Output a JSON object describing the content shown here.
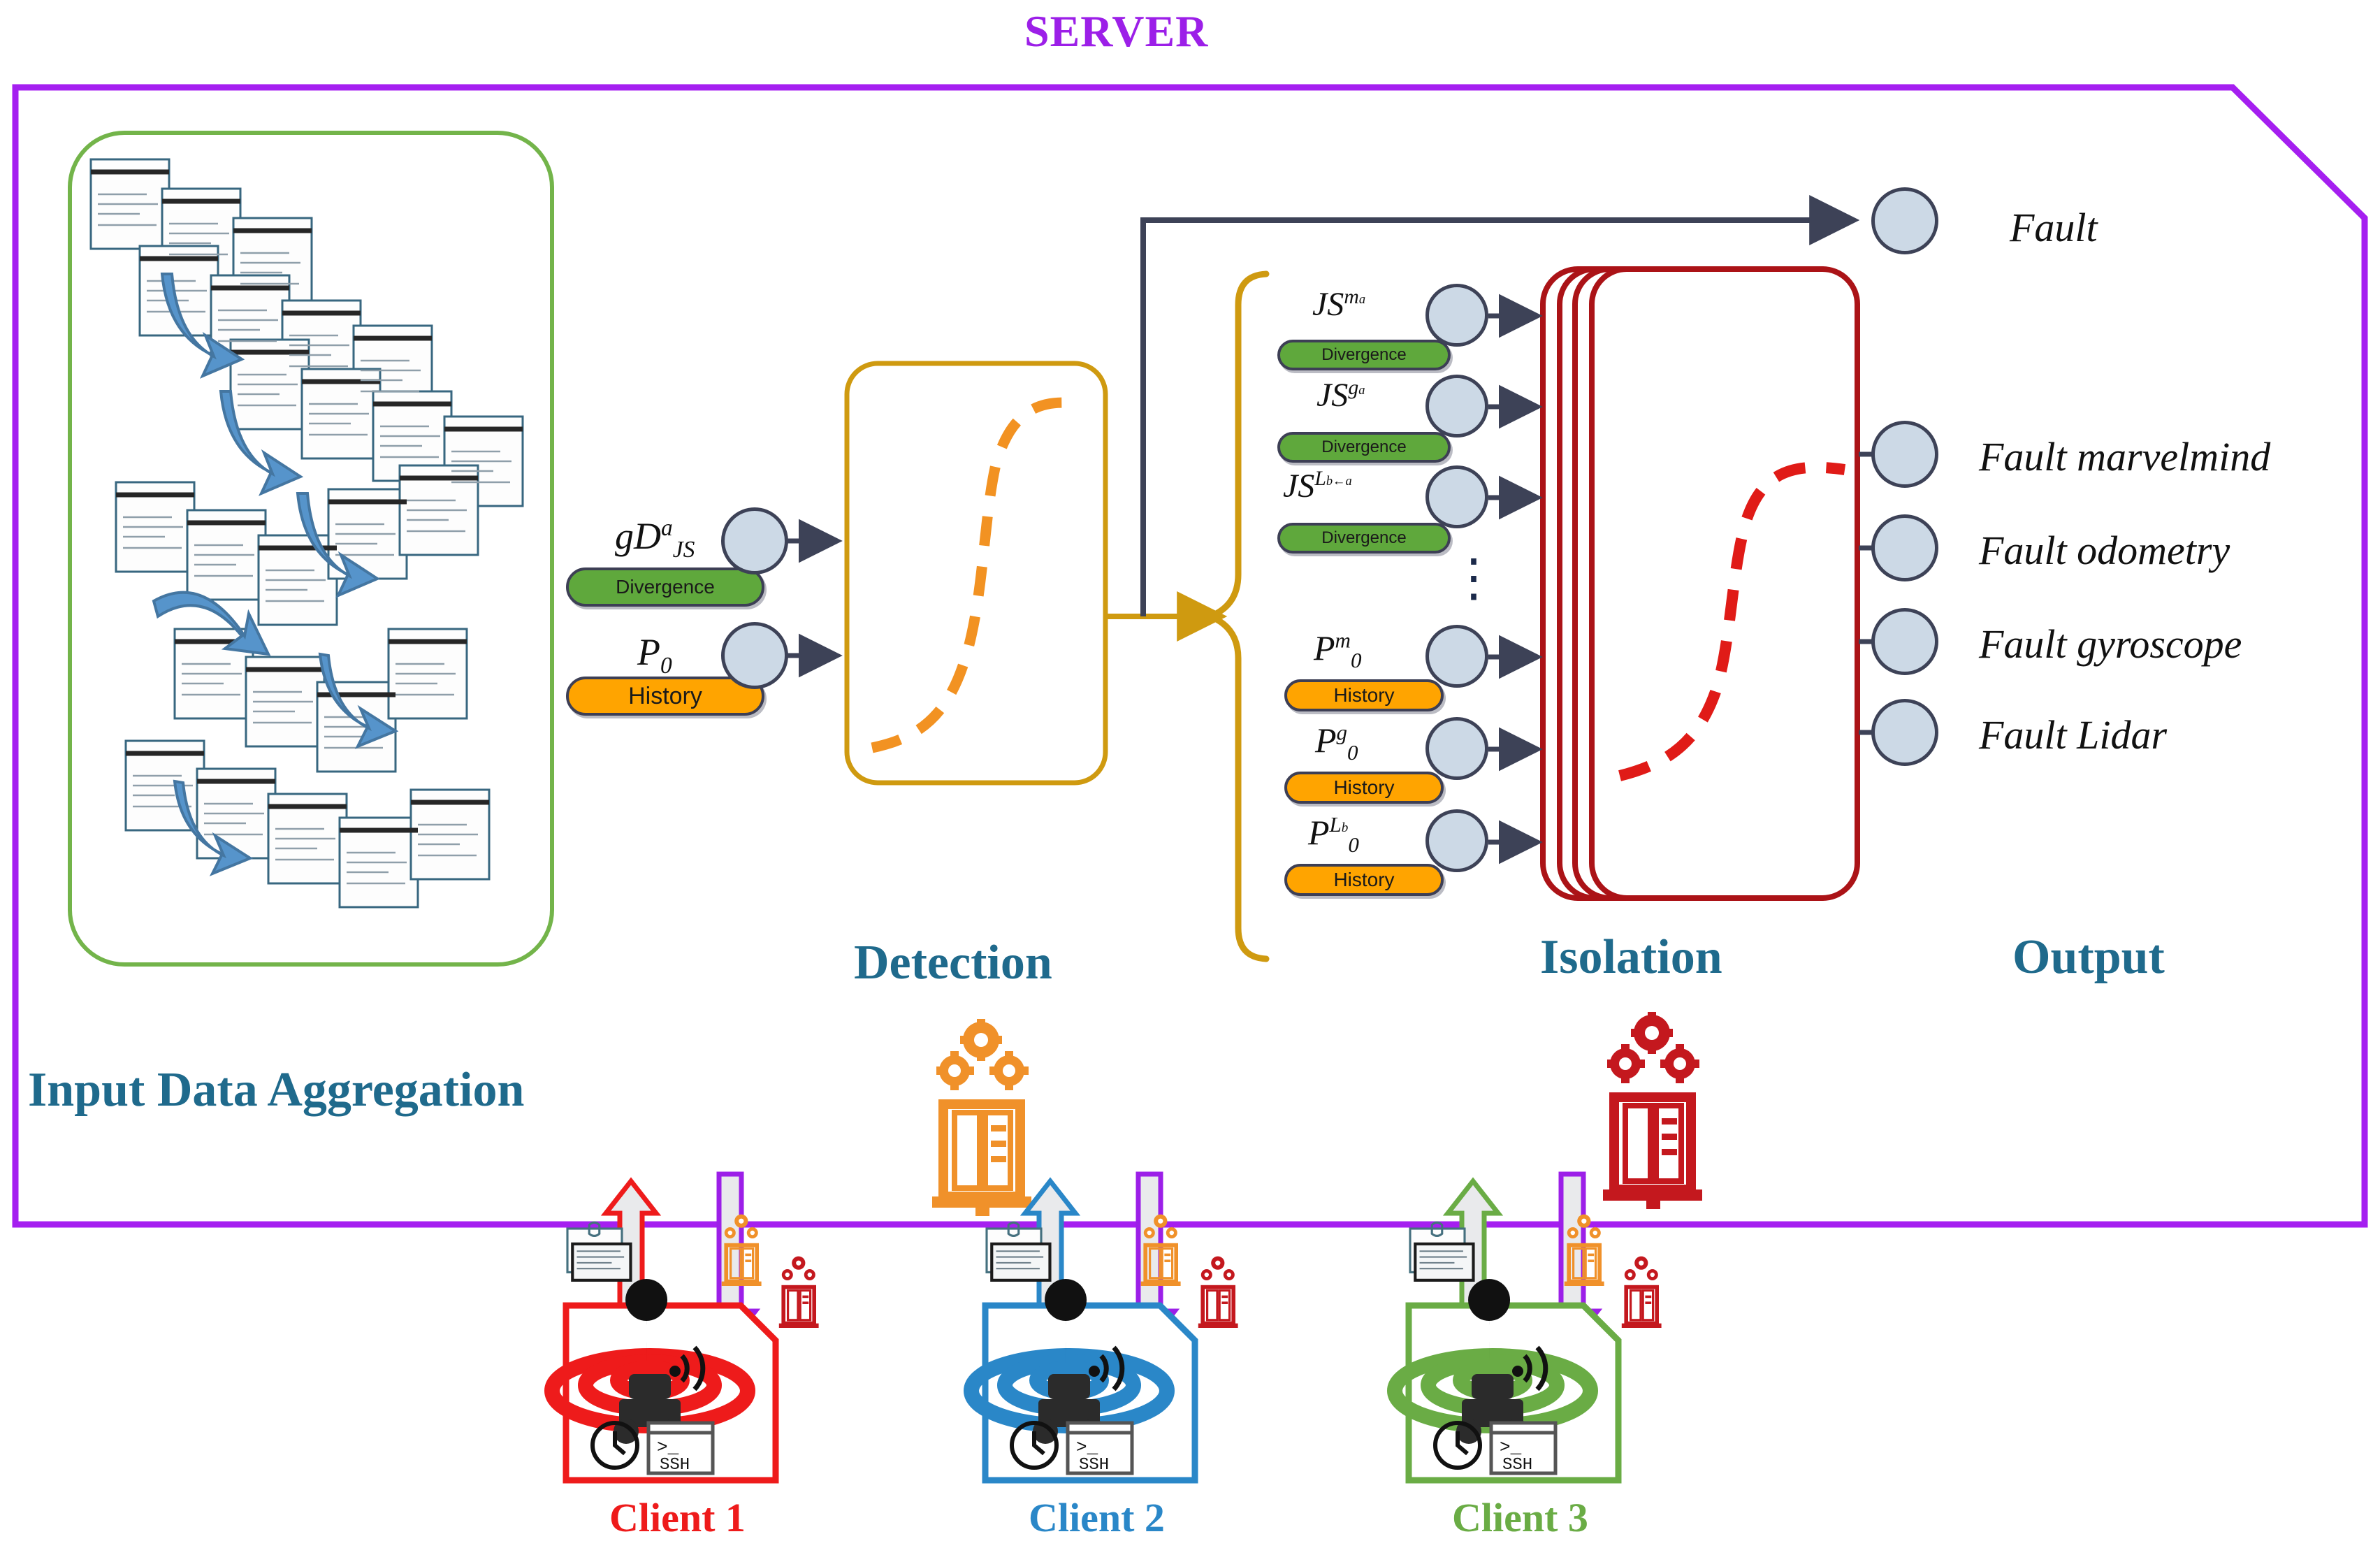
{
  "server": {
    "title": "SERVER",
    "border_color": "#a51ff0"
  },
  "sections": [
    {
      "key": "aggregation",
      "label": "Input Data Aggregation"
    },
    {
      "key": "detection",
      "label": "Detection"
    },
    {
      "key": "isolation",
      "label": "Isolation"
    },
    {
      "key": "output",
      "label": "Output"
    }
  ],
  "section_title_color": "#1f6a8c",
  "badges": {
    "divergence": "Divergence",
    "history": "History",
    "divergence_color": "#5fa83c",
    "history_color": "#ffa400"
  },
  "detection_inputs": [
    {
      "symbol_html": "gD<sup>a</sup><sub>JS</sub>",
      "badge": "Divergence",
      "badge_type": "green"
    },
    {
      "symbol_html": "P<sub>0</sub>",
      "badge": "History",
      "badge_type": "orange"
    }
  ],
  "isolation_inputs_top": [
    {
      "symbol_html": "JS<sup>m<span class=\"sups\">a</span></sup>",
      "badge": "Divergence",
      "badge_type": "green"
    },
    {
      "symbol_html": "JS<sup>g<span class=\"sups\">a</span></sup>",
      "badge": "Divergence",
      "badge_type": "green"
    },
    {
      "symbol_html": "JS<sup>L<span class=\"sups\">b&#8592;a</span></sup>",
      "badge": "Divergence",
      "badge_type": "green"
    }
  ],
  "isolation_inputs_bottom": [
    {
      "symbol_html": "P<sup>m</sup><sub>0</sub>",
      "badge": "History",
      "badge_type": "orange"
    },
    {
      "symbol_html": "P<sup>g</sup><sub>0</sub>",
      "badge": "History",
      "badge_type": "orange"
    },
    {
      "symbol_html": "P<sup>L<span class=\"sups\">b</span></sup><sub>0</sub>",
      "badge": "History",
      "badge_type": "orange"
    }
  ],
  "ellipsis": "⋮",
  "outputs": [
    {
      "label": "Fault"
    },
    {
      "label": "Fault marvelmind"
    },
    {
      "label": "Fault odometry"
    },
    {
      "label": "Fault gyroscope"
    },
    {
      "label": "Fault Lidar"
    }
  ],
  "clients": [
    {
      "label": "Client 1",
      "color": "#ee1b1b"
    },
    {
      "label": "Client 2",
      "color": "#2a87c8"
    },
    {
      "label": "Client 3",
      "color": "#6aac45"
    }
  ],
  "icons": {
    "gears_book_detection": "gears-book-orange-icon",
    "gears_book_isolation": "gears-book-red-icon",
    "upload_arrow": "upload-arrow-icon",
    "download_arrow": "download-arrow-icon",
    "document_stack": "document-stack-icon",
    "robot": "robot-icon",
    "clock": "clock-icon",
    "ssh_terminal": "ssh-terminal-icon",
    "location_pin": "location-pin-icon"
  },
  "colors": {
    "detection_box": "#cf9a10",
    "detection_curve": "#f29222",
    "isolation_box": "#ab1317",
    "isolation_curve": "#e01b17",
    "node_fill": "#ccd9e6",
    "node_stroke": "#3d4257",
    "aggregation_box": "#73b44a",
    "arrow": "#3d4257"
  },
  "ssh_text": "SSH",
  "prompt_text": ">_"
}
